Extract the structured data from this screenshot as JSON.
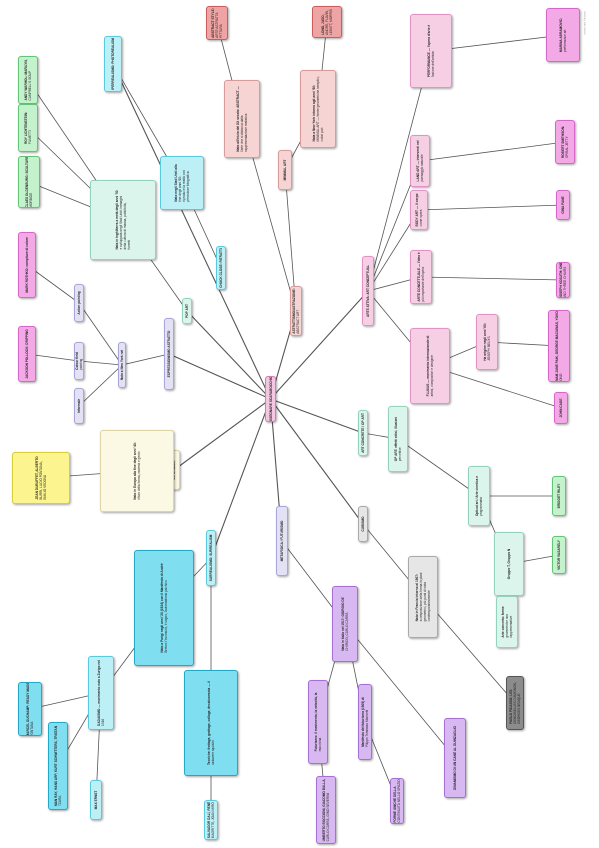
{
  "diagram": {
    "center": {
      "id": "center",
      "label": "DISEGNARE SCARABOCCHIO"
    },
    "nodes": [
      {
        "id": "astrattismo",
        "label": "ASTRATTISMO/ASTRAZIONE: ABSTRACT ART",
        "color": "rose",
        "parent": "center"
      },
      {
        "id": "n_astr_text",
        "label": "Nato all'inizio del XX secolo: ABSTRACT — l'arte che si distacca dalla rappresentazione realistica",
        "color": "rose",
        "parent": "astrattismo"
      },
      {
        "id": "n_minimal",
        "label": "MINIMAL ART",
        "color": "rose",
        "parent": "astrattismo"
      },
      {
        "id": "n_astr_red",
        "label": "ABSTRACT STYLE: ARTE ASTRATTA PITTURA",
        "color": "red",
        "parent": "n_astr_text"
      },
      {
        "id": "n_min_text",
        "label": "Nata a New York intorno agli anni '60: MINIMAL ART — forme geometriche semplici, colori puri",
        "color": "rose",
        "parent": "n_minimal"
      },
      {
        "id": "n_min_red",
        "label": "LONG, JUDD, ANDRE, FLAVIN, LEWITT, MORRIS",
        "color": "red",
        "parent": "n_min_text"
      },
      {
        "id": "arte_attiva",
        "label": "ARTE ATTIVA: ART CONCEPTUAL",
        "color": "pink",
        "parent": "center"
      },
      {
        "id": "n_performance",
        "label": "PERFORMANCE — l'opera d'arte è l'azione dell'artista",
        "color": "pink",
        "parent": "arte_attiva"
      },
      {
        "id": "n_perf_mag",
        "label": "MARINA ABRAMOVIC: performance art",
        "color": "magenta",
        "parent": "n_performance"
      },
      {
        "id": "n_landart",
        "label": "LAND ART — interventi nel paesaggio naturale",
        "color": "pink",
        "parent": "arte_attiva"
      },
      {
        "id": "n_land_mag",
        "label": "ROBERT SMITHSON: SPIRAL JETTY",
        "color": "magenta",
        "parent": "n_landart"
      },
      {
        "id": "n_bodyart",
        "label": "BODY ART — il corpo come opera",
        "color": "pink",
        "parent": "arte_attiva"
      },
      {
        "id": "n_body_mag",
        "label": "GINA PANE",
        "color": "magenta",
        "parent": "n_bodyart"
      },
      {
        "id": "n_concettuale",
        "label": "ARTE CONCETTUALE — l'idea è più importante dell'opera",
        "color": "pink",
        "parent": "arte_attiva"
      },
      {
        "id": "n_conc_mag",
        "label": "JOSEPH KOSUTH: ONE AND THREE CHAIRS",
        "color": "magenta",
        "parent": "n_concettuale"
      },
      {
        "id": "n_fluxus",
        "label": "FLUXUS — movimento internazionale di artisti, compositori e designer",
        "color": "pink",
        "parent": "arte_attiva"
      },
      {
        "id": "n_fluxus2",
        "label": "Ha origine negli anni '60: JOSEPH BEUYS",
        "color": "pink",
        "parent": "n_fluxus"
      },
      {
        "id": "n_fluxus_mag",
        "label": "NAM JUNE PAIK, GEORGE MACIUNAS, YOKO ONO",
        "color": "magenta",
        "parent": "n_fluxus2"
      },
      {
        "id": "n_fluxus_mag2",
        "label": "JOHN CAGE",
        "color": "magenta",
        "parent": "n_fluxus"
      },
      {
        "id": "iperrealismo",
        "label": "IPERREALISMO: PHOTOREALISM",
        "color": "cyan",
        "parent": "center"
      },
      {
        "id": "n_iper_text",
        "label": "Nato negli Stati Uniti alla fine degli anni '60: riproduce la realtà con precisione fotografica",
        "color": "cyan",
        "parent": "iperrealismo"
      },
      {
        "id": "n_iper_cyan",
        "label": "CHUCK CLOSE: RITRATTI",
        "color": "cyan",
        "parent": "n_iper_text"
      },
      {
        "id": "popart",
        "label": "POP ART",
        "color": "mint",
        "parent": "center"
      },
      {
        "id": "n_pop_text",
        "label": "Nata in Inghilterra a metà degli anni '50 e sviluppata negli Stati Uniti: immagini della cultura di massa, pubblicità, fumetti",
        "color": "mint",
        "parent": "popart"
      },
      {
        "id": "n_pop_g1",
        "label": "ANDY WARHOL: MARILYN, CAMPBELL'S SOUP",
        "color": "green",
        "parent": "n_pop_text"
      },
      {
        "id": "n_pop_g2",
        "label": "ROY LICHTENSTEIN: FUMETTI",
        "color": "green",
        "parent": "n_pop_text"
      },
      {
        "id": "n_pop_g3",
        "label": "CLAES OLDENBURG: SCULTURE MORBIDE",
        "color": "green",
        "parent": "n_pop_text"
      },
      {
        "id": "espressionismo",
        "label": "ESPRESSIONISMO ASTRATTO",
        "color": "lav",
        "parent": "center"
      },
      {
        "id": "n_espr_text",
        "label": "Nato a New York nel Secondo dopoguerra: ACTION PAINTING",
        "color": "lav",
        "parent": "espressionismo"
      },
      {
        "id": "n_espr_1",
        "label": "Action painting",
        "color": "lav",
        "parent": "n_espr_text"
      },
      {
        "id": "n_espr_2",
        "label": "Colour field painting",
        "color": "lav",
        "parent": "n_espr_text"
      },
      {
        "id": "n_espr_3",
        "label": "Informale",
        "color": "lav",
        "parent": "n_espr_text"
      },
      {
        "id": "n_espr_mag1",
        "label": "MARK ROTHKO: campiture di colore",
        "color": "magenta",
        "parent": "n_espr_1"
      },
      {
        "id": "n_espr_mag2",
        "label": "JACKSON POLLOCK: DRIPPING",
        "color": "magenta",
        "parent": "n_espr_2"
      },
      {
        "id": "informale",
        "label": "INFORMALE",
        "color": "cream",
        "parent": "center"
      },
      {
        "id": "n_inf_text",
        "label": "Nato in Europa alla fine degli anni '40: rifiuto della forma, materia e gesto",
        "color": "cream",
        "parent": "informale"
      },
      {
        "id": "n_inf_yellow",
        "label": "JEAN DUBUFFET, ALBERTO BURRI, LUCIO FONTANA, EMILIO VEDOVA",
        "color": "yellow",
        "parent": "n_inf_text"
      },
      {
        "id": "surrealismo",
        "label": "SURREALISMO: SURREALISM",
        "color": "cyan",
        "parent": "center"
      },
      {
        "id": "n_surr_text",
        "label": "Nato a Parigi negli anni '20 (1924) con il Manifesto di André Breton: l'inconscio, il sogno, l'automatismo psichico",
        "color": "cyanD",
        "parent": "surrealismo"
      },
      {
        "id": "n_surr_text2",
        "label": "Tecniche: frottage, grattage, collage, decalcomania — il cadavere squisito",
        "color": "cyanD",
        "parent": "surrealismo"
      },
      {
        "id": "n_dada",
        "label": "DADAISMO — movimento nato a Zurigo nel 1916",
        "color": "cyan",
        "parent": "n_surr_text"
      },
      {
        "id": "n_dada_c1",
        "label": "MARCEL DUCHAMP: READY MADE, FONTANA",
        "color": "cyanD",
        "parent": "n_dada"
      },
      {
        "id": "n_dada_c2",
        "label": "MAN RAY, HANS ARP, KURT SCHWITTERS, TRISTAN TZARA",
        "color": "cyanD",
        "parent": "n_dada"
      },
      {
        "id": "n_dada_c3",
        "label": "MAX ERNST",
        "color": "cyan",
        "parent": "n_dada"
      },
      {
        "id": "n_surr_c1",
        "label": "SALVADOR DALÍ, RENÉ MAGRITTE, JOAN MIRÓ",
        "color": "cyan",
        "parent": "n_surr_text2"
      },
      {
        "id": "metafisica",
        "label": "METAFISICA / FUTURISMO",
        "color": "lav",
        "parent": "center"
      },
      {
        "id": "n_meta_text",
        "label": "Nata in Italia nel 1917: GIORGIO DE CHIRICO, CARLO CARRÀ",
        "color": "purple",
        "parent": "metafisica"
      },
      {
        "id": "n_meta_1",
        "label": "Futurismo: il movimento, la velocità, la macchina",
        "color": "purple",
        "parent": "n_meta_text"
      },
      {
        "id": "n_meta_2",
        "label": "Manifesto del futurismo (1909) di Filippo Tommaso Marinetti",
        "color": "purple",
        "parent": "n_meta_text"
      },
      {
        "id": "n_meta_p1",
        "label": "UMBERTO BOCCIONI, GIACOMO BALLA, CARLO CARRÀ, GINO SEVERINI",
        "color": "purple",
        "parent": "n_meta_1"
      },
      {
        "id": "n_meta_p2",
        "label": "FORME UNICHE DELLA CONTINUITÀ NELLO SPAZIO",
        "color": "purple",
        "parent": "n_meta_2"
      },
      {
        "id": "n_meta_p3",
        "label": "DINAMISMO DI UN CANE AL GUINZAGLIO",
        "color": "purple",
        "parent": "n_meta_text"
      },
      {
        "id": "cubismo",
        "label": "CUBISMO",
        "color": "grey",
        "parent": "center"
      },
      {
        "id": "n_cub_text",
        "label": "Nato in Francia intorno al 1907: scomposizione della forma in piani geometrici, più punti di vista contemporaneamente",
        "color": "grey",
        "parent": "cubismo"
      },
      {
        "id": "n_cub_dark",
        "label": "PABLO PICASSO: LES DEMOISELLES D'AVIGNON, GEORGES BRAQUE",
        "color": "greyD",
        "parent": "n_cub_text"
      },
      {
        "id": "fauves",
        "label": "ART CONCRETE / OP ART",
        "color": "mint",
        "parent": "center"
      },
      {
        "id": "n_op_text",
        "label": "OP ART: effetti ottici, illusioni percettive",
        "color": "mint",
        "parent": "fauves"
      },
      {
        "id": "n_op_sub",
        "label": "Optical art / Arte cinetica e programmata",
        "color": "mint",
        "parent": "n_op_text"
      },
      {
        "id": "n_op_sub2",
        "label": "Gruppo T, Gruppo N",
        "color": "mint",
        "parent": "n_op_sub"
      },
      {
        "id": "n_op_g1",
        "label": "VICTOR VASARELY",
        "color": "green",
        "parent": "n_op_sub2"
      },
      {
        "id": "n_op_g2",
        "label": "BRIDGET RILEY",
        "color": "green",
        "parent": "n_op_sub"
      },
      {
        "id": "n_op_mint",
        "label": "Arte concreta: forme geometriche non rappresentative",
        "color": "mint",
        "parent": "n_op_sub2"
      }
    ]
  },
  "watermark": "created with Mindomo"
}
